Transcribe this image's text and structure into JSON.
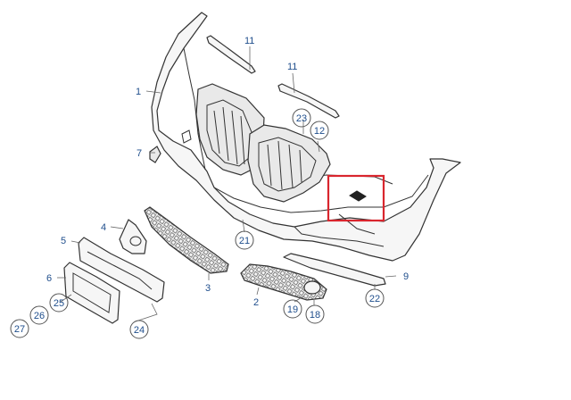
{
  "labels": [
    {
      "id": "p1",
      "text": "1"
    },
    {
      "id": "p2",
      "text": "2"
    },
    {
      "id": "p3",
      "text": "3"
    },
    {
      "id": "p4",
      "text": "4"
    },
    {
      "id": "p5",
      "text": "5"
    },
    {
      "id": "p6",
      "text": "6"
    },
    {
      "id": "p7",
      "text": "7"
    },
    {
      "id": "p9",
      "text": "9"
    },
    {
      "id": "p11a",
      "text": "11"
    },
    {
      "id": "p11b",
      "text": "11"
    }
  ],
  "callouts": [
    {
      "id": "c12",
      "text": "12"
    },
    {
      "id": "c18",
      "text": "18"
    },
    {
      "id": "c19",
      "text": "19"
    },
    {
      "id": "c21",
      "text": "21"
    },
    {
      "id": "c22",
      "text": "22"
    },
    {
      "id": "c23",
      "text": "23"
    },
    {
      "id": "c24",
      "text": "24"
    },
    {
      "id": "c25",
      "text": "25"
    },
    {
      "id": "c26",
      "text": "26"
    },
    {
      "id": "c27",
      "text": "27"
    }
  ],
  "highlight": {
    "color": "#d9262e"
  },
  "colors": {
    "label": "#1f4e8c",
    "line": "#333333"
  }
}
